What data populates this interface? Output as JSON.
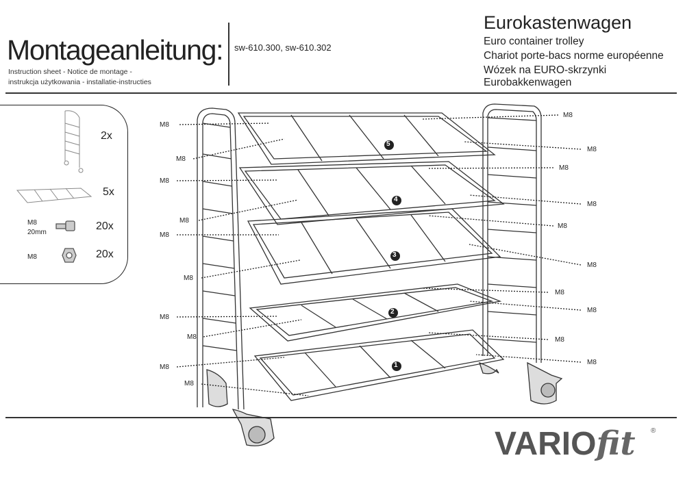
{
  "header": {
    "title": "Montageanleitung:",
    "subtitle_line1": "Instruction sheet - Notice de montage  -",
    "subtitle_line2": "instrukcja użytkowania - installatie-instructies",
    "models": "sw-610.300, sw-610.302",
    "product_titles": [
      "Eurokastenwagen",
      "Euro container trolley",
      "Chariot porte-bacs norme européenne",
      "Wózek na EURO-skrzynki",
      "Eurobakkenwagen"
    ]
  },
  "parts": [
    {
      "label": "",
      "qty": "2x",
      "icon": "side-frame-icon"
    },
    {
      "label": "",
      "qty": "5x",
      "icon": "shelf-frame-icon"
    },
    {
      "label": "M8\n20mm",
      "label1": "M8",
      "label2": "20mm",
      "qty": "20x",
      "icon": "bolt-icon"
    },
    {
      "label": "M8",
      "qty": "20x",
      "icon": "nut-icon"
    }
  ],
  "shelf_numbers": [
    "5",
    "4",
    "3",
    "2",
    "1"
  ],
  "bolt_labels_left": [
    "M8",
    "M8",
    "M8",
    "M8",
    "M8",
    "M8",
    "M8",
    "M8",
    "M8",
    "M8"
  ],
  "bolt_labels_right": [
    "M8",
    "M8",
    "M8",
    "M8",
    "M8",
    "M8",
    "M8",
    "M8",
    "M8",
    "M8"
  ],
  "logo": {
    "text1": "VARIO",
    "text2": "fit",
    "reg": "®"
  }
}
